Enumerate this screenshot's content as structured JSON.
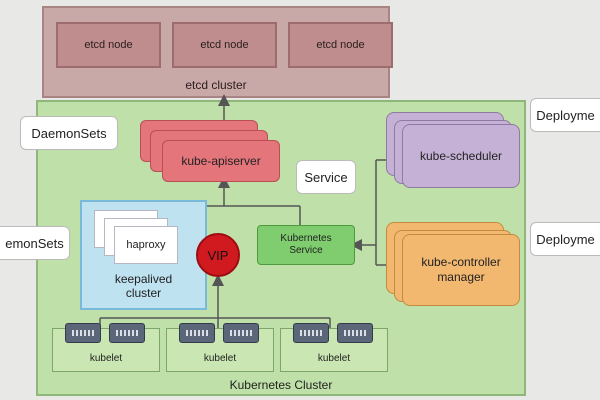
{
  "etcd": {
    "nodes": [
      "etcd node",
      "etcd node",
      "etcd node"
    ],
    "cluster_label": "etcd cluster"
  },
  "kubernetes_cluster": {
    "label": "Kubernetes Cluster",
    "apiserver": "kube-apiserver",
    "scheduler": "kube-scheduler",
    "controller_line1": "kube-controller",
    "controller_line2": "manager",
    "service_line1": "Kubernetes",
    "service_line2": "Service",
    "haproxy": "haproxy",
    "keepalived_line1": "keepalived",
    "keepalived_line2": "cluster",
    "vip": "VIP",
    "kubelets": [
      "kubelet",
      "kubelet",
      "kubelet"
    ]
  },
  "callouts": {
    "daemonsets_top": "DaemonSets",
    "daemonsets_left": "emonSets",
    "service": "Service",
    "deployment_top": "Deployme",
    "deployment_bottom": "Deployme"
  },
  "colors": {
    "etcd": "#c9a8a8",
    "cluster": "#bfe0a8",
    "apiserver": "#e4757b",
    "scheduler": "#c6b1d6",
    "controller": "#f2b870",
    "keepalived": "#bfe2f1",
    "vip": "#d11a1f",
    "service": "#7fcd6e"
  }
}
